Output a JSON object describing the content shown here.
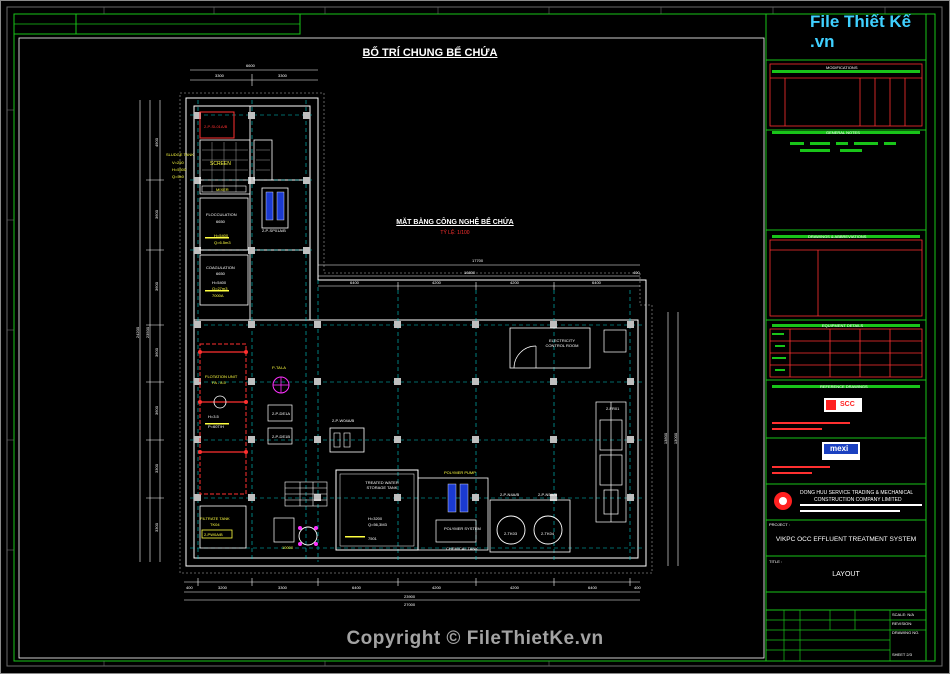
{
  "drawing": {
    "main_title": "BỐ TRÍ CHUNG BỂ CHỨA",
    "sub_title": "MẶT BẰNG CÔNG NGHỆ BỂ CHỨA",
    "scale_note": "TỶ LỆ: 1/100"
  },
  "dimensions_top": {
    "total_upper": "6600",
    "left_a": "3300",
    "left_b": "3300",
    "right_total_a": "17700",
    "right_total_b": "16800",
    "spans": [
      "6400",
      "4200",
      "4200",
      "6400"
    ],
    "small": "400"
  },
  "dimensions_bottom": {
    "spans": [
      "400",
      "3200",
      "3300",
      "6400",
      "4200",
      "4200",
      "6400",
      "400"
    ],
    "total_a": "23900",
    "total_b": "27000"
  },
  "dimensions_left": [
    "4900",
    "3600",
    "3600",
    "3600",
    "3600",
    "3300",
    "3300"
  ],
  "dimensions_left_total": [
    "24200",
    "23500"
  ],
  "dimensions_right": [
    "13800",
    "13000"
  ],
  "equipment": {
    "sludge_tank": {
      "name": "SLUDGE TANK",
      "v": "V=250",
      "h": "H=5500",
      "q": "Q=5x0"
    },
    "p_sludge": "2-P-SL01A/B",
    "screen": "SCREEN",
    "mixer": "MIXER",
    "flocculation": {
      "name": "FLOCCULATION",
      "code": "6650",
      "h": "H=5400",
      "q": "Q=6.5m3"
    },
    "p_floc": "2-P-SP01A/B",
    "coagulation": {
      "name": "COAGULATION",
      "code": "6650",
      "h": "H=5400",
      "q": "Q=27m3",
      "t": "7000A"
    },
    "flotation": {
      "name": "FLOTATION UNIT",
      "code": "FA - 8.5",
      "h": "H=3.5",
      "q": "P=60T/H"
    },
    "pump_a": "P-TAI-A",
    "pump_b": "2-P-DE1A",
    "pump_c": "2-P-DE1B",
    "p_wt": "2-P-W04A/B",
    "filter_tank": {
      "name": "FILTRATE TANK",
      "code": "TK04",
      "p": "2-PW0A/B"
    },
    "treated_water": {
      "name": "TREATED WATER STORAGE TANK",
      "h": "H=3200",
      "q": "Q=56,3M3",
      "t": "7501"
    },
    "polymer_pump": "POLYMER PUMP",
    "polymer_system": {
      "name": "POLYMER SYSTEM",
      "code": "CHEMICAL TANK"
    },
    "p_right_a": "2-P-N4A/B",
    "p_right_b": "2-P-N5A/B",
    "tank_a": "2-TK03",
    "tank_b": "2-TK04",
    "electrical_room": "ELECTRICITY CONTROL ROOM",
    "bottom_pump": "10000",
    "right_equip": "2-FR01"
  },
  "title_block": {
    "modifications": "MODIFICATIONS",
    "general_notes": "GENERAL NOTES",
    "drawings_abbreviations": "DRAWINGS & ABBREVIATIONS",
    "equipment_details": "EQUIPMENT DETAILS",
    "reference_drawings": "REFERENCE DRAWINGS",
    "client_logo": "SCC",
    "contractor_logo": "mexi",
    "company_line1": "DONG HUU SERVICE TRADING & MECHANICAL",
    "company_line2": "CONSTRUCTION COMPANY LIMITED",
    "project_label": "PROJECT :",
    "project_name": "VIKPC OCC EFFLUENT TREATMENT SYSTEM",
    "title_label": "TITLE :",
    "title_name": "LAYOUT",
    "sheet_no": "SHEET 2/3",
    "drawing_no": "DRAWING NO.",
    "scale": "SCALE: N/A",
    "revision": "REVISION:"
  },
  "brand": {
    "logo": "File Thiết Kế .vn",
    "watermark": "Copyright © FileThietKe.vn"
  },
  "colors": {
    "frame": "#19c419",
    "walls": "#ffffff",
    "grid": "#00d0d0",
    "equipment": "#ff3030",
    "magenta": "#ff30ff",
    "yellow": "#ffff40",
    "blue": "#4060ff"
  }
}
